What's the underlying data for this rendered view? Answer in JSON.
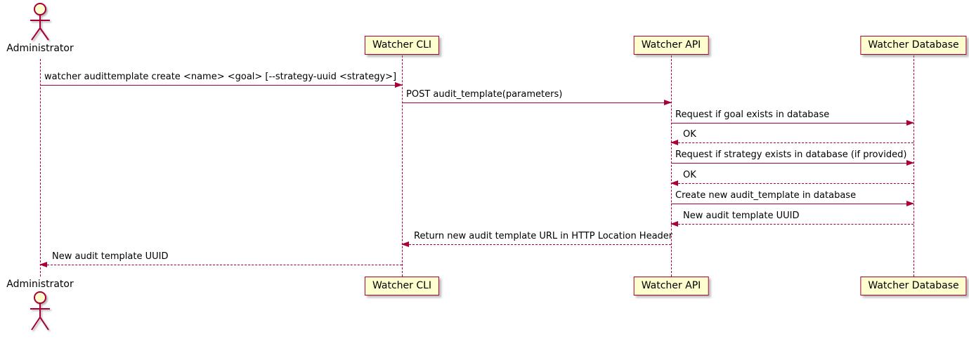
{
  "diagram_type": "sequence",
  "colors": {
    "line": "#a80036",
    "participant_border": "#a80036",
    "participant_fill": "#fefece",
    "text": "#000000",
    "background": "#ffffff"
  },
  "actor": {
    "label": "Administrator"
  },
  "participants": [
    {
      "label": "Watcher CLI"
    },
    {
      "label": "Watcher API"
    },
    {
      "label": "Watcher Database"
    }
  ],
  "messages": [
    {
      "from": "Administrator",
      "to": "Watcher CLI",
      "line": "solid",
      "direction": "right",
      "label": "watcher audittemplate create <name> <goal> [--strategy-uuid <strategy>]"
    },
    {
      "from": "Watcher CLI",
      "to": "Watcher API",
      "line": "solid",
      "direction": "right",
      "label": "POST audit_template(parameters)"
    },
    {
      "from": "Watcher API",
      "to": "Watcher Database",
      "line": "solid",
      "direction": "right",
      "label": "Request if goal exists in database"
    },
    {
      "from": "Watcher Database",
      "to": "Watcher API",
      "line": "dashed",
      "direction": "left",
      "label": "OK"
    },
    {
      "from": "Watcher API",
      "to": "Watcher Database",
      "line": "solid",
      "direction": "right",
      "label": "Request if strategy exists in database (if provided)"
    },
    {
      "from": "Watcher Database",
      "to": "Watcher API",
      "line": "dashed",
      "direction": "left",
      "label": "OK"
    },
    {
      "from": "Watcher API",
      "to": "Watcher Database",
      "line": "solid",
      "direction": "right",
      "label": "Create new audit_template in database"
    },
    {
      "from": "Watcher Database",
      "to": "Watcher API",
      "line": "dashed",
      "direction": "left",
      "label": "New audit template UUID"
    },
    {
      "from": "Watcher API",
      "to": "Watcher CLI",
      "line": "dashed",
      "direction": "left",
      "label": "Return new audit template URL in HTTP Location Header"
    },
    {
      "from": "Watcher CLI",
      "to": "Administrator",
      "line": "dashed",
      "direction": "left",
      "label": "New audit template UUID"
    }
  ]
}
